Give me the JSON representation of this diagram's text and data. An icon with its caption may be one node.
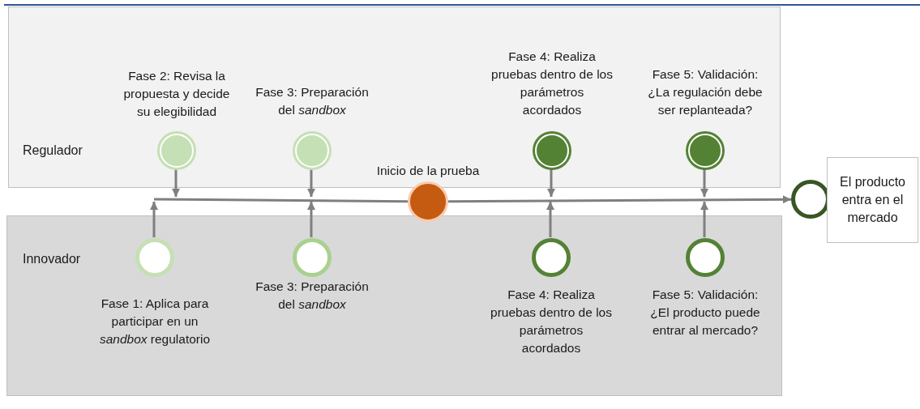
{
  "diagram": {
    "nodes": [
      {
        "text": [
          "Regulador"
        ]
      },
      {
        "text": [],
        "shape": "circle",
        "in": 0,
        "beside": [
          "Fase 2: Revisa la propuesta y decide su elegibilidad"
        ]
      },
      {
        "text": [],
        "shape": "circle",
        "in": 0,
        "beside": [
          "Fase 3: Preparación del *sandbox*"
        ]
      },
      {
        "text": [],
        "shape": "circle",
        "in": 0,
        "beside": [
          "Fase 4: Realiza pruebas dentro de los parámetros acordados"
        ]
      },
      {
        "text": [],
        "shape": "circle",
        "in": 0,
        "beside": [
          "Fase 5: Validación: ¿La regulación debe ser replanteada?"
        ]
      },
      {
        "text": [],
        "shape": "circle",
        "beside": [
          "Inicio de la prueba"
        ]
      },
      {
        "text": [
          "Innovador"
        ]
      },
      {
        "text": [],
        "shape": "circle",
        "in": 6,
        "beside": [
          "Fase 1: Aplica para participar en un *sandbox* regulatorio"
        ]
      },
      {
        "text": [],
        "shape": "circle",
        "in": 6,
        "beside": [
          "Fase 3: Preparación del *sandbox*"
        ]
      },
      {
        "text": [],
        "shape": "circle",
        "in": 6,
        "beside": [
          "Fase 4: Realiza pruebas dentro de los parámetros acordados"
        ]
      },
      {
        "text": [],
        "shape": "circle",
        "in": 6,
        "beside": [
          "Fase 5: Validación: ¿El producto puede entrar al mercado?"
        ]
      },
      {
        "text": [],
        "shape": "circle"
      },
      {
        "text": [
          "El producto entra en el mercado"
        ]
      }
    ],
    "edges": [
      {
        "from": 1,
        "to": null,
        "arrow": "to"
      },
      {
        "from": 2,
        "to": null,
        "arrow": "to"
      },
      {
        "from": 3,
        "to": null,
        "arrow": "to"
      },
      {
        "from": 4,
        "to": null,
        "arrow": "to"
      },
      {
        "from": 7,
        "to": null,
        "arrow": "to"
      },
      {
        "from": 8,
        "to": null,
        "arrow": "to"
      },
      {
        "from": 9,
        "to": null,
        "arrow": "to"
      },
      {
        "from": 10,
        "to": null,
        "arrow": "to"
      },
      {
        "from": null,
        "to": 5,
        "arrow": "none"
      },
      {
        "from": 5,
        "to": 11,
        "arrow": "to"
      }
    ]
  }
}
